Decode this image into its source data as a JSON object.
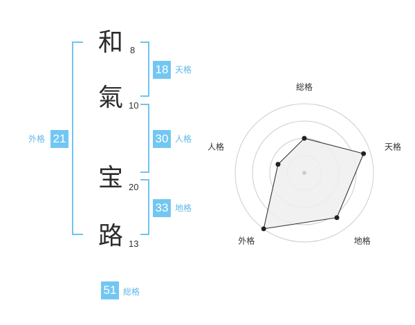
{
  "name": {
    "chars": [
      {
        "char": "和",
        "strokes": "8"
      },
      {
        "char": "氣",
        "strokes": "10"
      },
      {
        "char": "宝",
        "strokes": "20"
      },
      {
        "char": "路",
        "strokes": "13"
      }
    ]
  },
  "fortunes": {
    "tenkaku": {
      "value": "18",
      "label": "天格"
    },
    "jinkaku": {
      "value": "30",
      "label": "人格"
    },
    "chikaku": {
      "value": "33",
      "label": "地格"
    },
    "gaikaku": {
      "value": "21",
      "label": "外格"
    },
    "soukaku": {
      "value": "51",
      "label": "総格"
    }
  },
  "chart_data": {
    "type": "radar",
    "axes": [
      "総格",
      "天格",
      "地格",
      "外格",
      "人格"
    ],
    "values": [
      0.5,
      0.9,
      0.8,
      1.0,
      0.4
    ],
    "range": [
      0,
      1
    ],
    "rings": 4,
    "colors": {
      "fill": "#eeeeee",
      "line": "#222222",
      "grid": "#cccccc",
      "point": "#222222"
    }
  }
}
